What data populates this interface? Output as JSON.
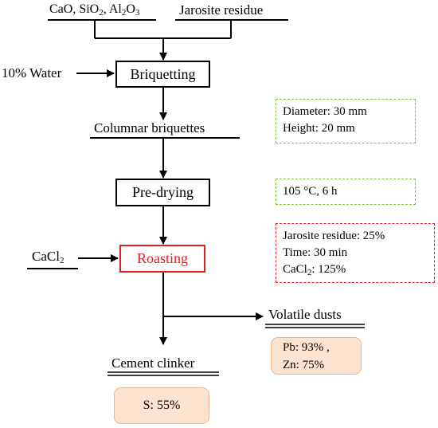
{
  "inputs": {
    "additives": {
      "cao": "CaO,",
      "sio": "SiO",
      "sio_sub": "2",
      "sio_comma": ",",
      "alo": "Al",
      "alo_sub1": "2",
      "alo_o": "O",
      "alo_sub2": "3"
    },
    "jarosite": "Jarosite residue",
    "water": "10% Water",
    "cacl": "CaCl",
    "cacl_sub": "2"
  },
  "steps": {
    "briquetting": "Briquetting",
    "columnar": "Columnar briquettes",
    "predrying": "Pre-drying",
    "roasting": "Roasting"
  },
  "outputs": {
    "volatile": "Volatile dusts",
    "clinker": "Cement clinker"
  },
  "notes": {
    "briquette_size": {
      "diameter": "Diameter: 30 mm",
      "height": "Height: 20 mm"
    },
    "drying": "105 °C, 6 h",
    "roasting": {
      "jarosite": "Jarosite residue: 25%",
      "time": "Time: 30 min",
      "cacl_prefix": "CaCl",
      "cacl_sub": "2",
      "cacl_value": ": 125%"
    }
  },
  "results": {
    "volatile": {
      "pb": "Pb: 93% ,",
      "zn": "Zn: 75%"
    },
    "clinker": {
      "s": "S: 55%"
    }
  },
  "colors": {
    "highlight": "#e02020",
    "note_green": "#7cc23c",
    "result_fill": "#fbe3d0"
  }
}
